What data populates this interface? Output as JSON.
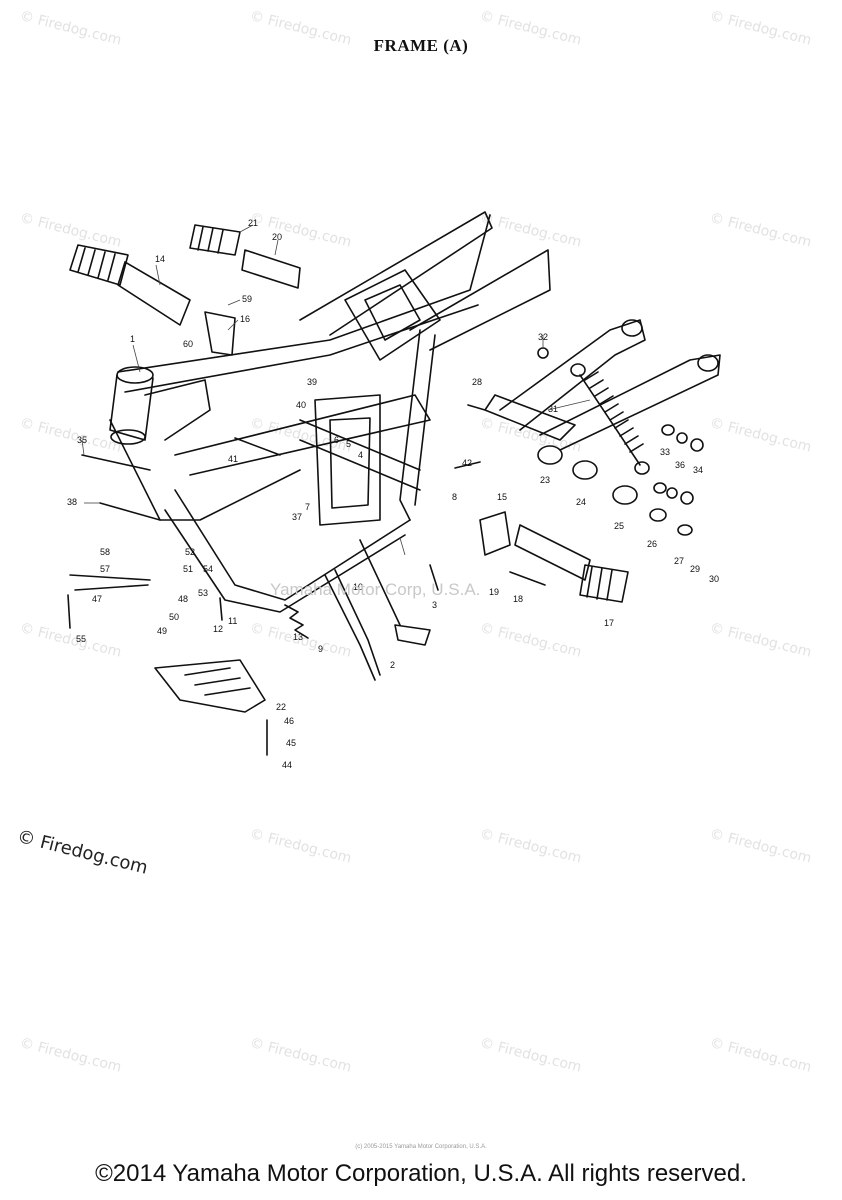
{
  "title": "FRAME (A)",
  "watermark": "Firedog.com",
  "watermark_symbol": "©",
  "overlay_watermark": "Yamaha Motor Corp, U.S.A.",
  "footer": "©2014 Yamaha Motor Corporation, U.S.A. All rights reserved.",
  "tiny_copyright": "(c) 2005-2015 Yamaha Motor Corporation, U.S.A.",
  "part_labels": [
    "1",
    "2",
    "3",
    "4",
    "5",
    "6",
    "7",
    "8",
    "9",
    "10",
    "11",
    "12",
    "13",
    "14",
    "15",
    "16",
    "17",
    "18",
    "19",
    "20",
    "21",
    "22",
    "23",
    "24",
    "25",
    "26",
    "27",
    "28",
    "29",
    "30",
    "31",
    "32",
    "33",
    "34",
    "35",
    "36",
    "37",
    "38",
    "39",
    "40",
    "41",
    "42",
    "44",
    "45",
    "46",
    "47",
    "48",
    "49",
    "50",
    "51",
    "52",
    "53",
    "54",
    "55",
    "57",
    "58",
    "59",
    "60"
  ]
}
